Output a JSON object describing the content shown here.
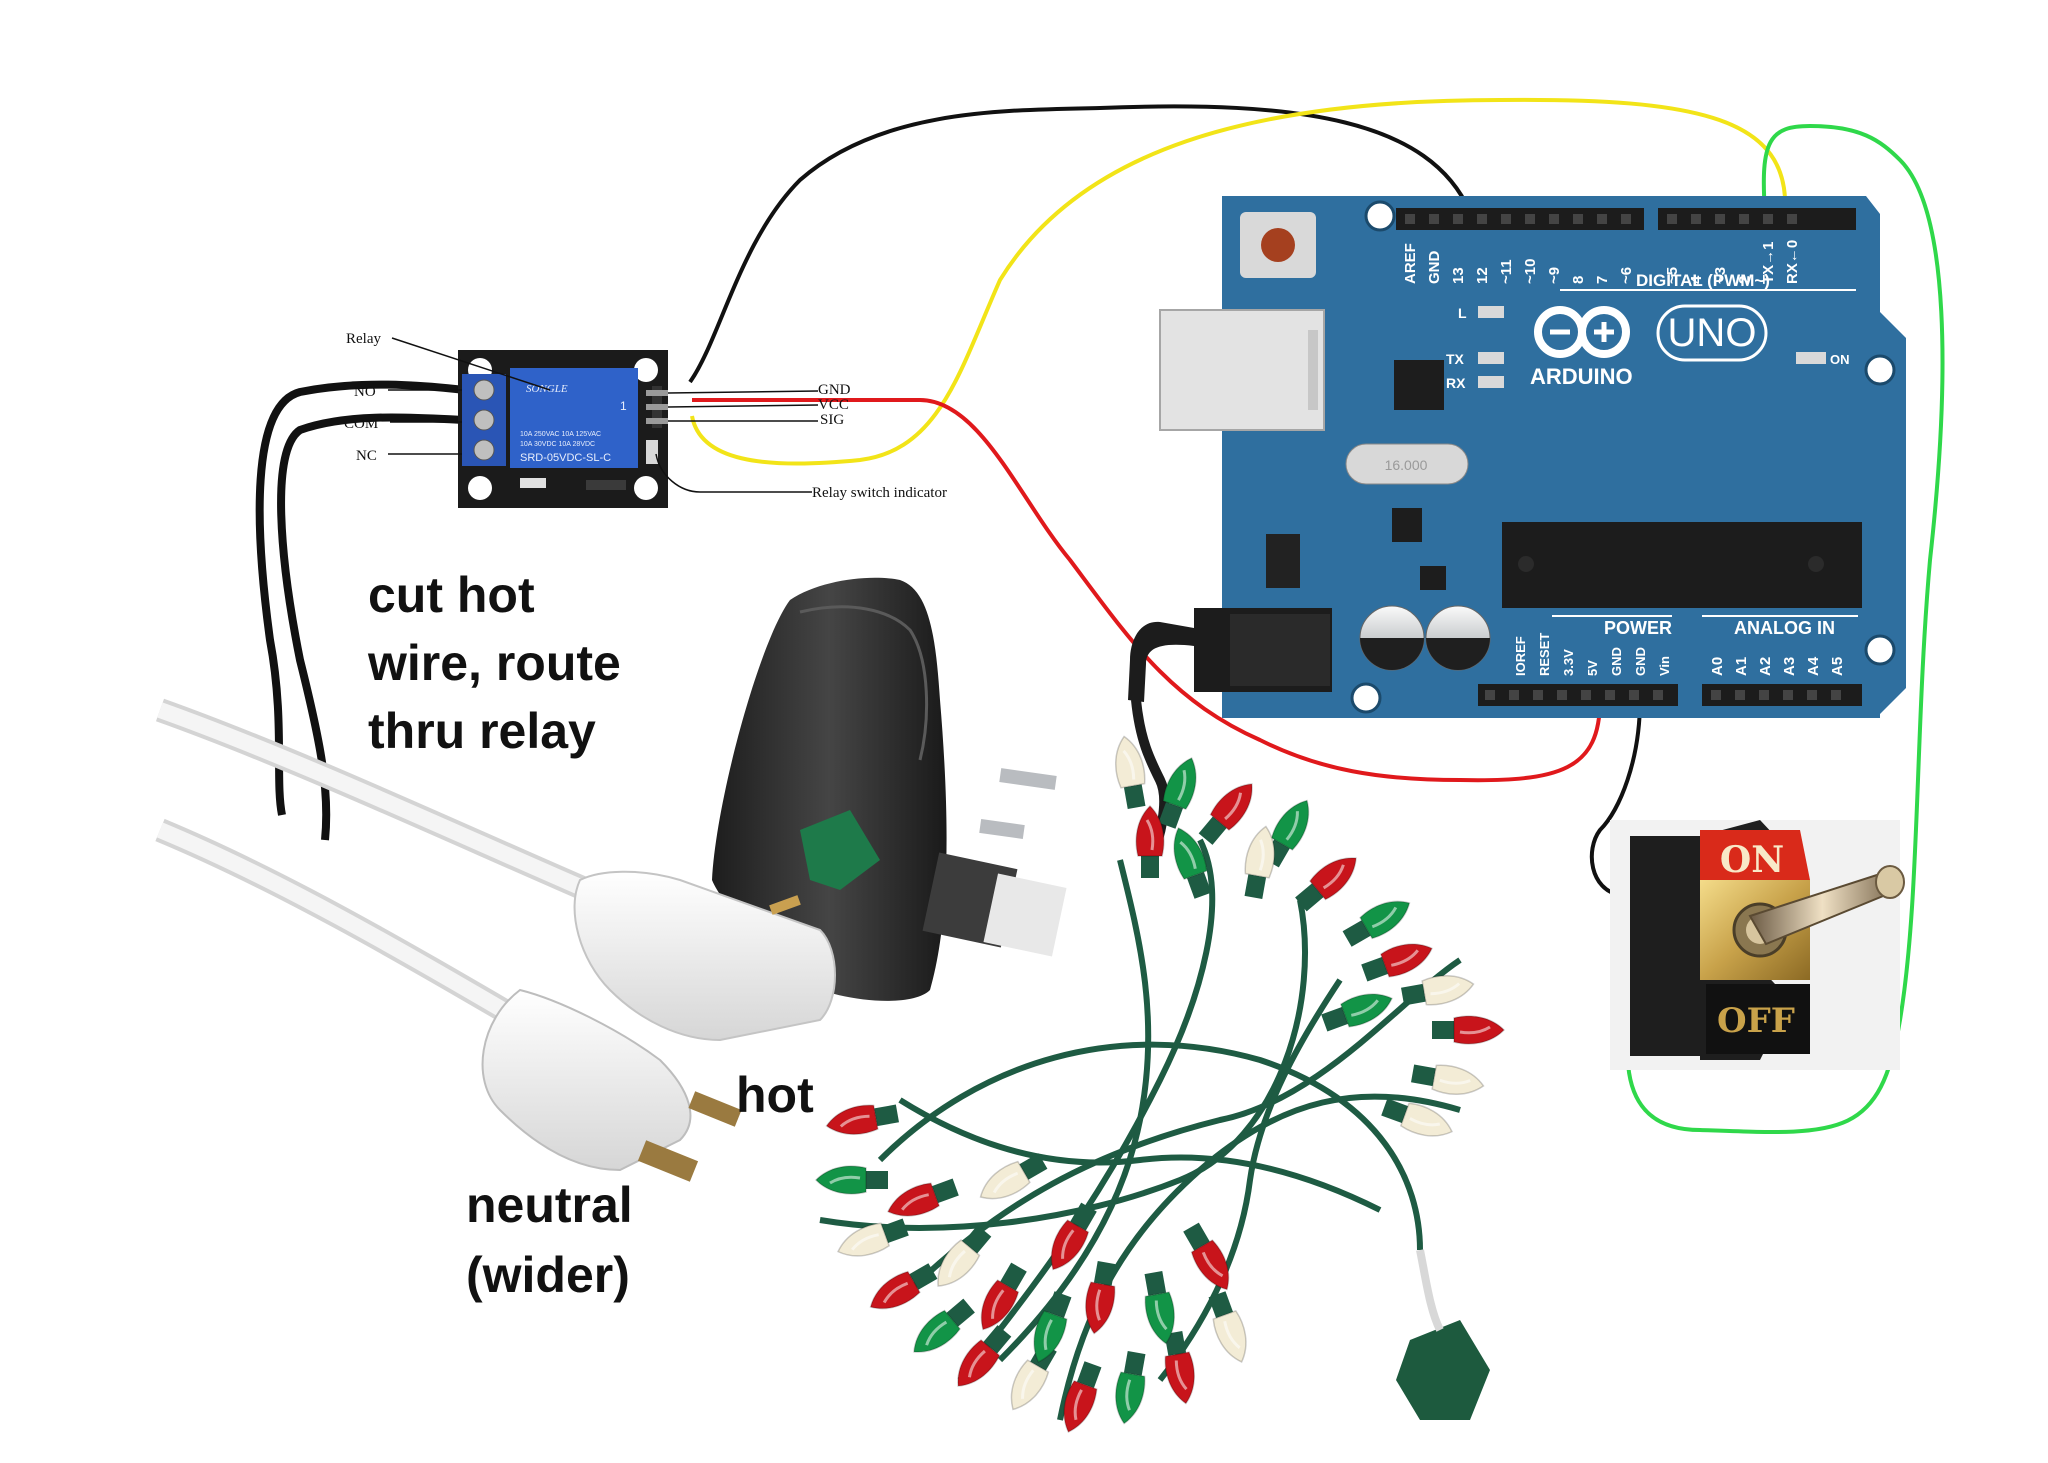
{
  "relay": {
    "labels": {
      "relay": "Relay",
      "no": "NO",
      "com": "COM",
      "nc": "NC",
      "gnd": "GND",
      "vcc": "VCC",
      "sig": "SIG",
      "indicator": "Relay switch indicator"
    },
    "cube_brand": "SONGLE",
    "cube_model": "SRD-05VDC-SL-C",
    "cube_rating_1": "10A 250VAC  10A 125VAC",
    "cube_rating_2": "10A 30VDC  10A 28VDC",
    "cube_num": "1"
  },
  "arduino": {
    "brand": "ARDUINO",
    "model": "UNO",
    "digital_label": "DIGITAL (PWM~)",
    "power_label": "POWER",
    "analog_label": "ANALOG IN",
    "on_label": "ON",
    "led_l": "L",
    "led_tx": "TX",
    "led_rx": "RX",
    "crystal": "16.000",
    "digital_pins": [
      "AREF",
      "GND",
      "13",
      "12",
      "~11",
      "~10",
      "~9",
      "8",
      "7",
      "~6",
      "~5",
      "4",
      "~3",
      "2",
      "TX→1",
      "RX←0"
    ],
    "power_pins": [
      "IOREF",
      "RESET",
      "3.3V",
      "5V",
      "GND",
      "GND",
      "Vin"
    ],
    "analog_pins": [
      "A0",
      "A1",
      "A2",
      "A3",
      "A4",
      "A5"
    ]
  },
  "switch": {
    "on_label": "ON",
    "off_label": "OFF"
  },
  "annotations": {
    "cut_hot": "cut hot\nwire, route\nthru relay",
    "hot": "hot",
    "neutral": "neutral\n(wider)"
  },
  "colors": {
    "board": "#2f6f9f",
    "wire_black": "#111111",
    "wire_red": "#e0191c",
    "wire_yellow": "#f2e418",
    "wire_green": "#2fd84a",
    "bulb_red": "#c8141b",
    "bulb_green": "#129447",
    "bulb_white": "#f3ecd6",
    "string_wire": "#1e5b43"
  }
}
